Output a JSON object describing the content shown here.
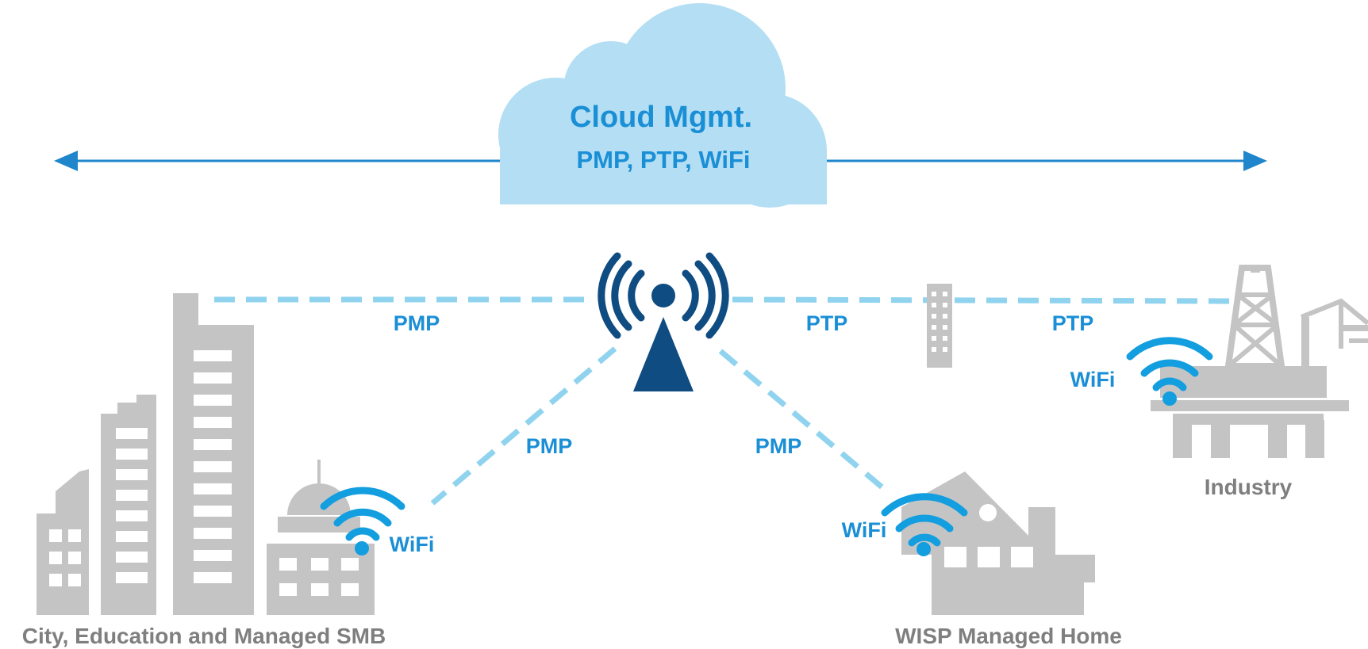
{
  "cloud": {
    "title": "Cloud Mgmt.",
    "subtitle": "PMP, PTP, WiFi"
  },
  "links": {
    "left_top": "PMP",
    "left_diag": "PMP",
    "right_diag": "PMP",
    "right_top_1": "PTP",
    "right_top_2": "PTP"
  },
  "wifi": {
    "city": "WiFi",
    "home": "WiFi",
    "industry": "WiFi"
  },
  "sites": {
    "city": "City, Education and Managed SMB",
    "home": "WISP Managed Home",
    "industry": "Industry"
  },
  "colors": {
    "cloud_fill": "#b3def3",
    "arrow": "#1f86cc",
    "dashed_link": "#8fd3ee",
    "label_blue": "#1a8fd6",
    "tower": "#0f4c81",
    "building_gray": "#c4c4c4",
    "wifi_blue": "#139ee0"
  },
  "icons": [
    "cloud-icon",
    "radio-tower-icon",
    "wifi-icon",
    "city-buildings-icon",
    "house-icon",
    "oil-rig-icon",
    "relay-tower-icon"
  ]
}
